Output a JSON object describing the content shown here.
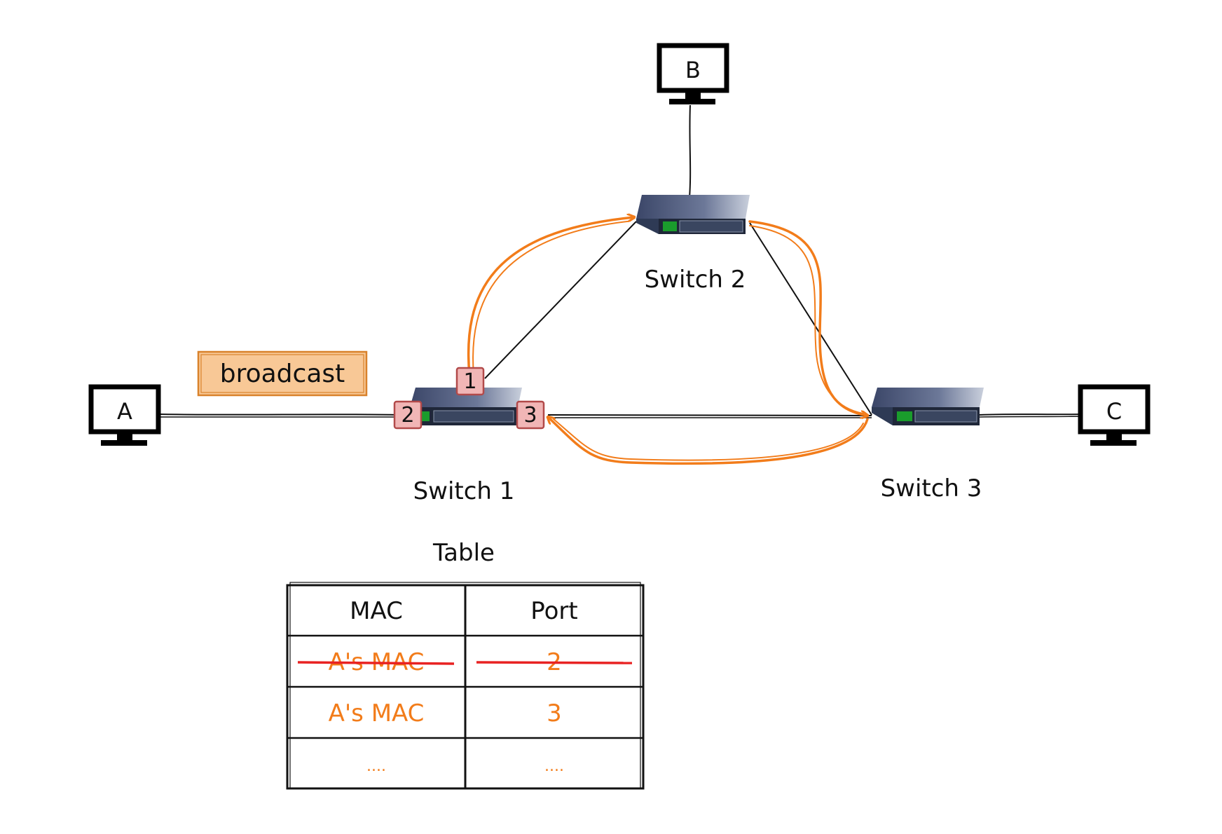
{
  "computers": {
    "a": {
      "label": "A"
    },
    "b": {
      "label": "B"
    },
    "c": {
      "label": "C"
    }
  },
  "switches": {
    "s1": {
      "label": "Switch 1"
    },
    "s2": {
      "label": "Switch 2"
    },
    "s3": {
      "label": "Switch 3"
    }
  },
  "ports": {
    "p1": "1",
    "p2": "2",
    "p3": "3"
  },
  "broadcast_label": "broadcast",
  "table": {
    "title": "Table",
    "headers": [
      "MAC",
      "Port"
    ],
    "rows": [
      {
        "mac": "A's MAC",
        "port": "2",
        "struck": true
      },
      {
        "mac": "A's MAC",
        "port": "3",
        "struck": false
      },
      {
        "mac": "....",
        "port": "....",
        "struck": false
      }
    ]
  },
  "colors": {
    "flow": "#f27c1a",
    "strike": "#e82222",
    "port_fill": "#f1b6b6",
    "port_stroke": "#b24a4a",
    "broadcast_fill": "#f8c896",
    "broadcast_stroke": "#d9822b",
    "switch_body": "#2e3a55",
    "switch_top": "#4e5c80"
  }
}
